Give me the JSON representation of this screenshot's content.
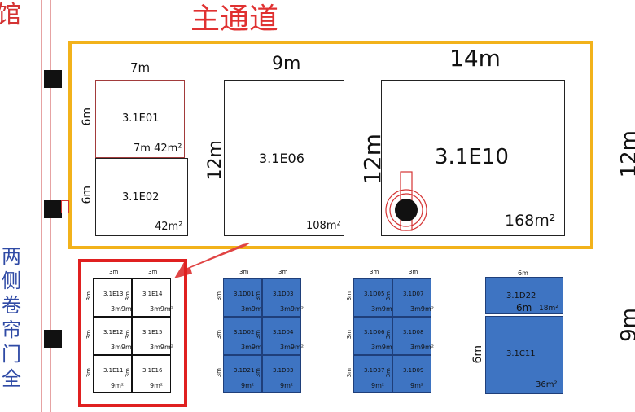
{
  "main_aisle": "主通道",
  "left_hall_char": "馆",
  "side_text": "两侧卷帘门全",
  "top_group": {
    "border_color": "#f2b21b",
    "booths": [
      {
        "id": "3.1E01",
        "width": "7m",
        "height": "6m",
        "area": "7m 42m²"
      },
      {
        "id": "3.1E02",
        "height": "6m",
        "area": "42m²"
      },
      {
        "id": "3.1E06",
        "width": "9m",
        "height": "12m",
        "area": "108m²"
      },
      {
        "id": "3.1E10",
        "width": "14m",
        "height": "12m",
        "area": "168m²"
      }
    ]
  },
  "bottom": {
    "highlight_color": "#e02020",
    "blue_color": "#3e74c2",
    "right_edge_top": "12m",
    "right_edge_bottom": "9m",
    "groups": [
      {
        "top_labels": [
          "3m",
          "3m"
        ],
        "cells": [
          {
            "id": "3.1E13",
            "side": "3m",
            "area": "3m9m²"
          },
          {
            "id": "3.1E14",
            "side": "3m",
            "area": "3m9m²"
          },
          {
            "id": "3.1E12",
            "side": "3m",
            "area": "3m9m²"
          },
          {
            "id": "3.1E15",
            "side": "3m",
            "area": "3m9m²"
          },
          {
            "id": "3.1E11",
            "side": "3m",
            "area": "9m²"
          },
          {
            "id": "3.1E16",
            "side": "3m",
            "area": "9m²"
          }
        ]
      },
      {
        "top_labels": [
          "3m",
          "3m"
        ],
        "cells": [
          {
            "id": "3.1D01",
            "side": "3m",
            "area": "3m9m²"
          },
          {
            "id": "3.1D03",
            "side": "3m",
            "area": "3m9m²"
          },
          {
            "id": "3.1D02",
            "side": "3m",
            "area": "3m9m²"
          },
          {
            "id": "3.1D04",
            "side": "3m",
            "area": "3m9m²"
          },
          {
            "id": "3.1D21",
            "side": "3m",
            "area": "9m²"
          },
          {
            "id": "3.1D03",
            "side": "3m",
            "area": "9m²"
          }
        ]
      },
      {
        "top_labels": [
          "3m",
          "3m"
        ],
        "cells": [
          {
            "id": "3.1D05",
            "side": "3m",
            "area": "3m9m²"
          },
          {
            "id": "3.1D07",
            "side": "3m",
            "area": "3m9m²"
          },
          {
            "id": "3.1D06",
            "side": "3m",
            "area": "3m9m²"
          },
          {
            "id": "3.1D08",
            "side": "3m",
            "area": "3m9m²"
          },
          {
            "id": "3.1D37",
            "side": "3m",
            "area": "9m²"
          },
          {
            "id": "3.1D09",
            "side": "3m",
            "area": "9m²"
          }
        ]
      }
    ],
    "big_blue": {
      "top_label": "6m",
      "upper": {
        "id": "3.1D22",
        "w": "6m",
        "area": "18m²"
      },
      "lower": {
        "id": "3.1C11",
        "side": "6m",
        "area": "36m²"
      }
    }
  }
}
